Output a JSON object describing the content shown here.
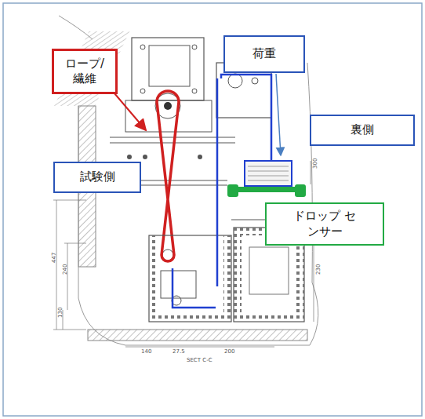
{
  "diagram": {
    "nodes": [
      {
        "text": [
          "ロープ/ 繊維"
        ]
      },
      {
        "text": [
          "荷重"
        ]
      },
      {
        "text": [
          "裏側"
        ]
      },
      {
        "text": [
          "試験側"
        ]
      },
      {
        "text": [
          "ドロップ センサー"
        ]
      }
    ],
    "labels": [
      "447",
      "240",
      "130",
      "140",
      "27.5",
      "200",
      "230",
      "300",
      "SECT C-C"
    ]
  }
}
